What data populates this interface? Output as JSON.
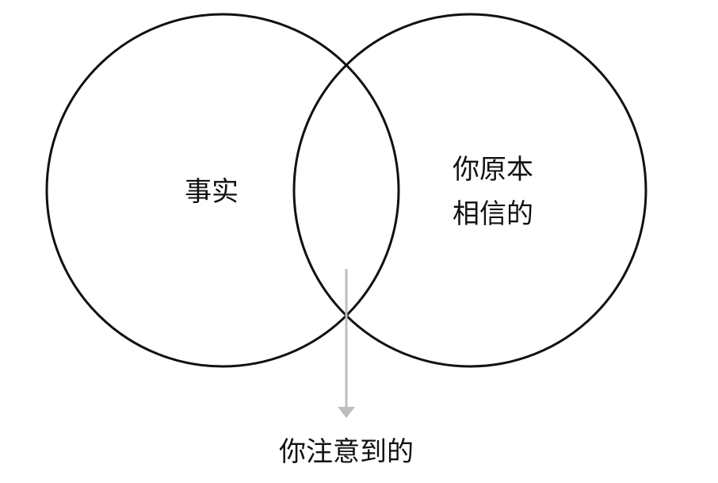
{
  "diagram": {
    "left_circle_label": "事实",
    "right_circle_label_line1": "你原本",
    "right_circle_label_line2": "相信的",
    "intersection_label": "你注意到的"
  },
  "colors": {
    "stroke": "#111111",
    "arrow": "#bdbdbd",
    "background": "#ffffff"
  }
}
